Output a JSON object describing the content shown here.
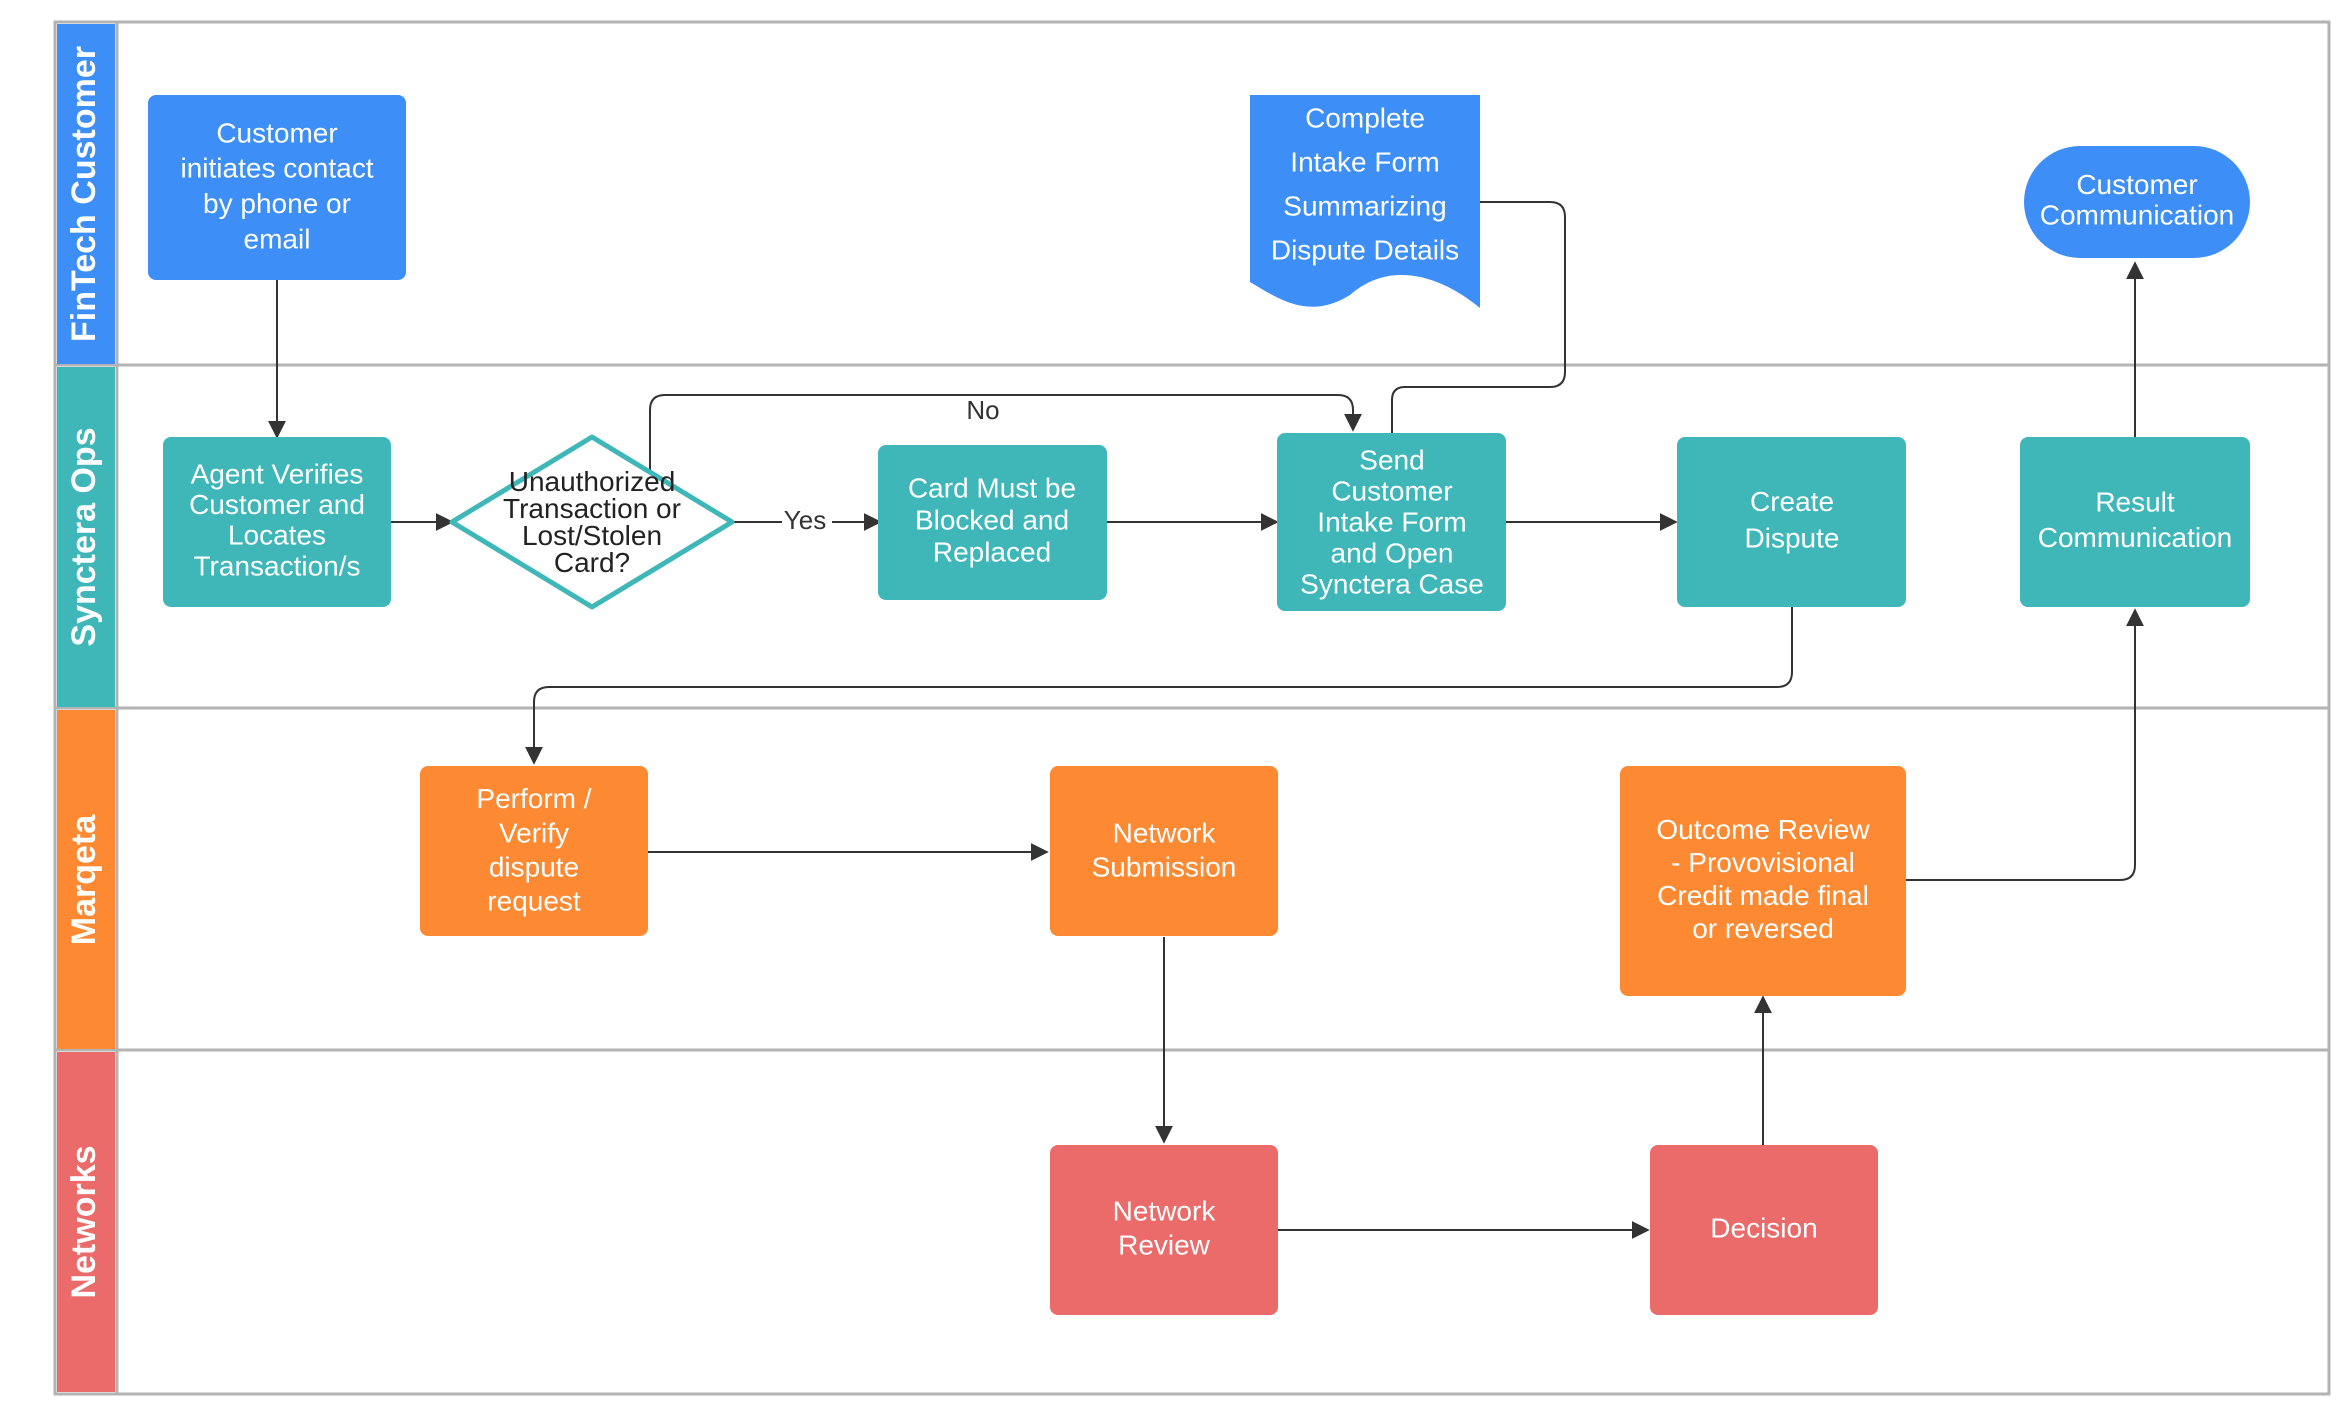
{
  "colors": {
    "blue": "#3d8ef6",
    "teal": "#3fb7b9",
    "orange": "#fd8a33",
    "red": "#eb6a6a",
    "border": "#b3b3b3",
    "edge": "#333333"
  },
  "lanes": [
    {
      "id": "fintech",
      "label": "FinTech Customer",
      "color": "#3d8ef6"
    },
    {
      "id": "synctera",
      "label": "Synctera Ops",
      "color": "#3fb7b9"
    },
    {
      "id": "marqeta",
      "label": "Marqeta",
      "color": "#fd8a33"
    },
    {
      "id": "networks",
      "label": "Networks",
      "color": "#eb6a6a"
    }
  ],
  "nodes": {
    "customer_contact": {
      "lines": [
        "Customer",
        "initiates contact",
        "by phone or",
        "email"
      ]
    },
    "intake_form": {
      "lines": [
        "Complete",
        "Intake Form",
        "Summarizing",
        "Dispute Details"
      ]
    },
    "customer_comm": {
      "lines": [
        "Customer",
        "Communication"
      ]
    },
    "agent_verifies": {
      "lines": [
        "Agent Verifies",
        "Customer and",
        "Locates",
        "Transaction/s"
      ]
    },
    "decision_unauth": {
      "lines": [
        "Unauthorized",
        "Transaction or",
        "Lost/Stolen",
        "Card?"
      ]
    },
    "card_blocked": {
      "lines": [
        "Card Must be",
        "Blocked and",
        "Replaced"
      ]
    },
    "send_intake": {
      "lines": [
        "Send",
        "Customer",
        "Intake Form",
        "and Open",
        "Synctera Case"
      ]
    },
    "create_dispute": {
      "lines": [
        "Create",
        "Dispute"
      ]
    },
    "result_comm": {
      "lines": [
        "Result",
        "Communication"
      ]
    },
    "perform_verify": {
      "lines": [
        "Perform /",
        "Verify",
        "dispute",
        "request"
      ]
    },
    "network_submission": {
      "lines": [
        "Network",
        "Submission"
      ]
    },
    "outcome_review": {
      "lines": [
        "Outcome  Review",
        "- Provovisional",
        "Credit made final",
        "or reversed"
      ]
    },
    "network_review": {
      "lines": [
        "Network",
        "Review"
      ]
    },
    "decision": {
      "lines": [
        "Decision"
      ]
    }
  },
  "edge_labels": {
    "yes": "Yes",
    "no": "No"
  }
}
